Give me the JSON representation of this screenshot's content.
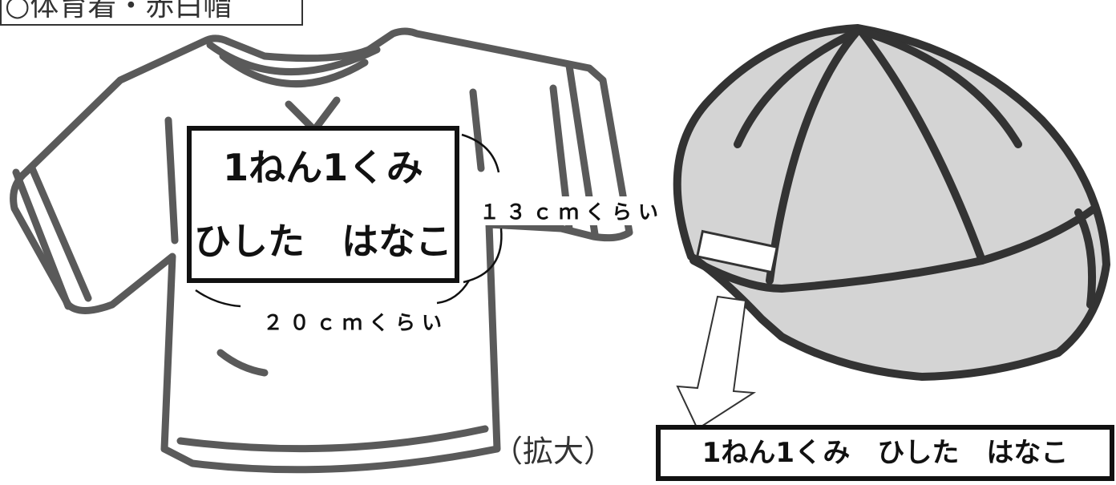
{
  "heading": "○体育着・赤白帽",
  "shirt_label": {
    "line1": "1ねん1くみ",
    "line2": "ひした　はなこ"
  },
  "dimensions": {
    "height": "１３ｃｍくらい",
    "width": "２０ｃｍくらい"
  },
  "enlarge_caption": "（拡大）",
  "cap_label": "1ねん1くみ　ひした　はなこ",
  "colors": {
    "outline": "#5a5a5a",
    "cap_fill": "#d4d4d4",
    "cap_outline": "#333333",
    "label_border": "#111111"
  },
  "icons": [
    "t-shirt-illustration",
    "cap-illustration",
    "arrow-down-icon"
  ]
}
